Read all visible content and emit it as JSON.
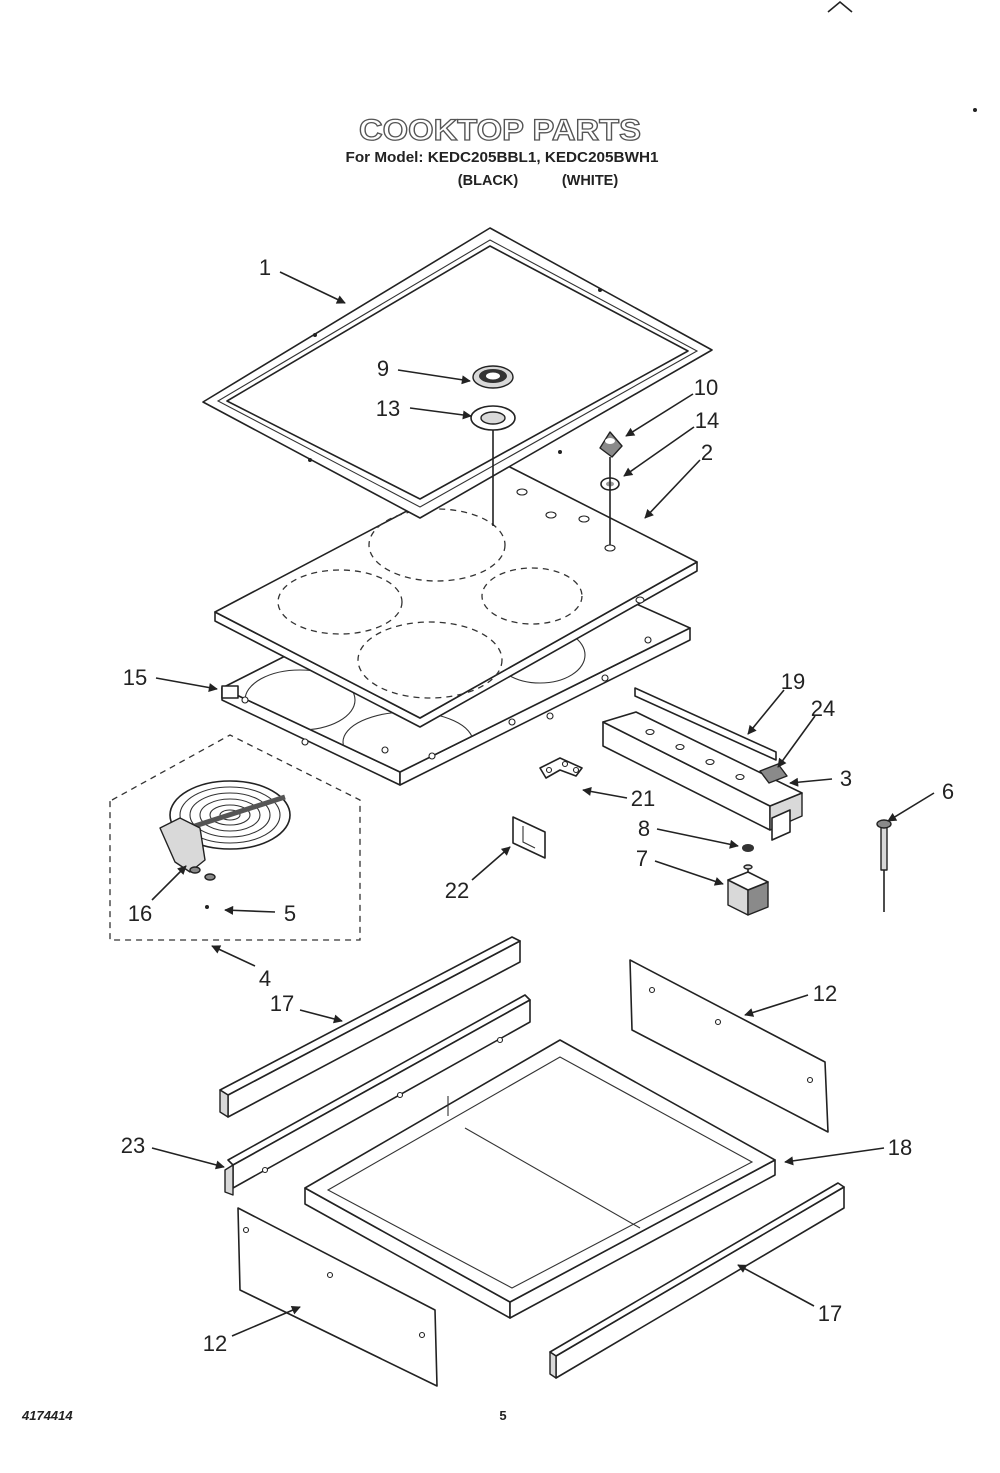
{
  "title": "COOKTOP PARTS",
  "subtitle": {
    "model_line": "For Model: KEDC205BBL1, KEDC205BWH1",
    "color_black": "(BLACK)",
    "color_white": "(WHITE)"
  },
  "callouts": [
    "1",
    "9",
    "13",
    "10",
    "14",
    "2",
    "15",
    "19",
    "24",
    "3",
    "6",
    "21",
    "8",
    "7",
    "22",
    "16",
    "5",
    "4",
    "17",
    "12",
    "23",
    "18",
    "17",
    "12"
  ],
  "footer": {
    "doc_number": "4174414",
    "page_number": "5"
  },
  "colors": {
    "ink": "#222222",
    "paper": "#ffffff"
  }
}
